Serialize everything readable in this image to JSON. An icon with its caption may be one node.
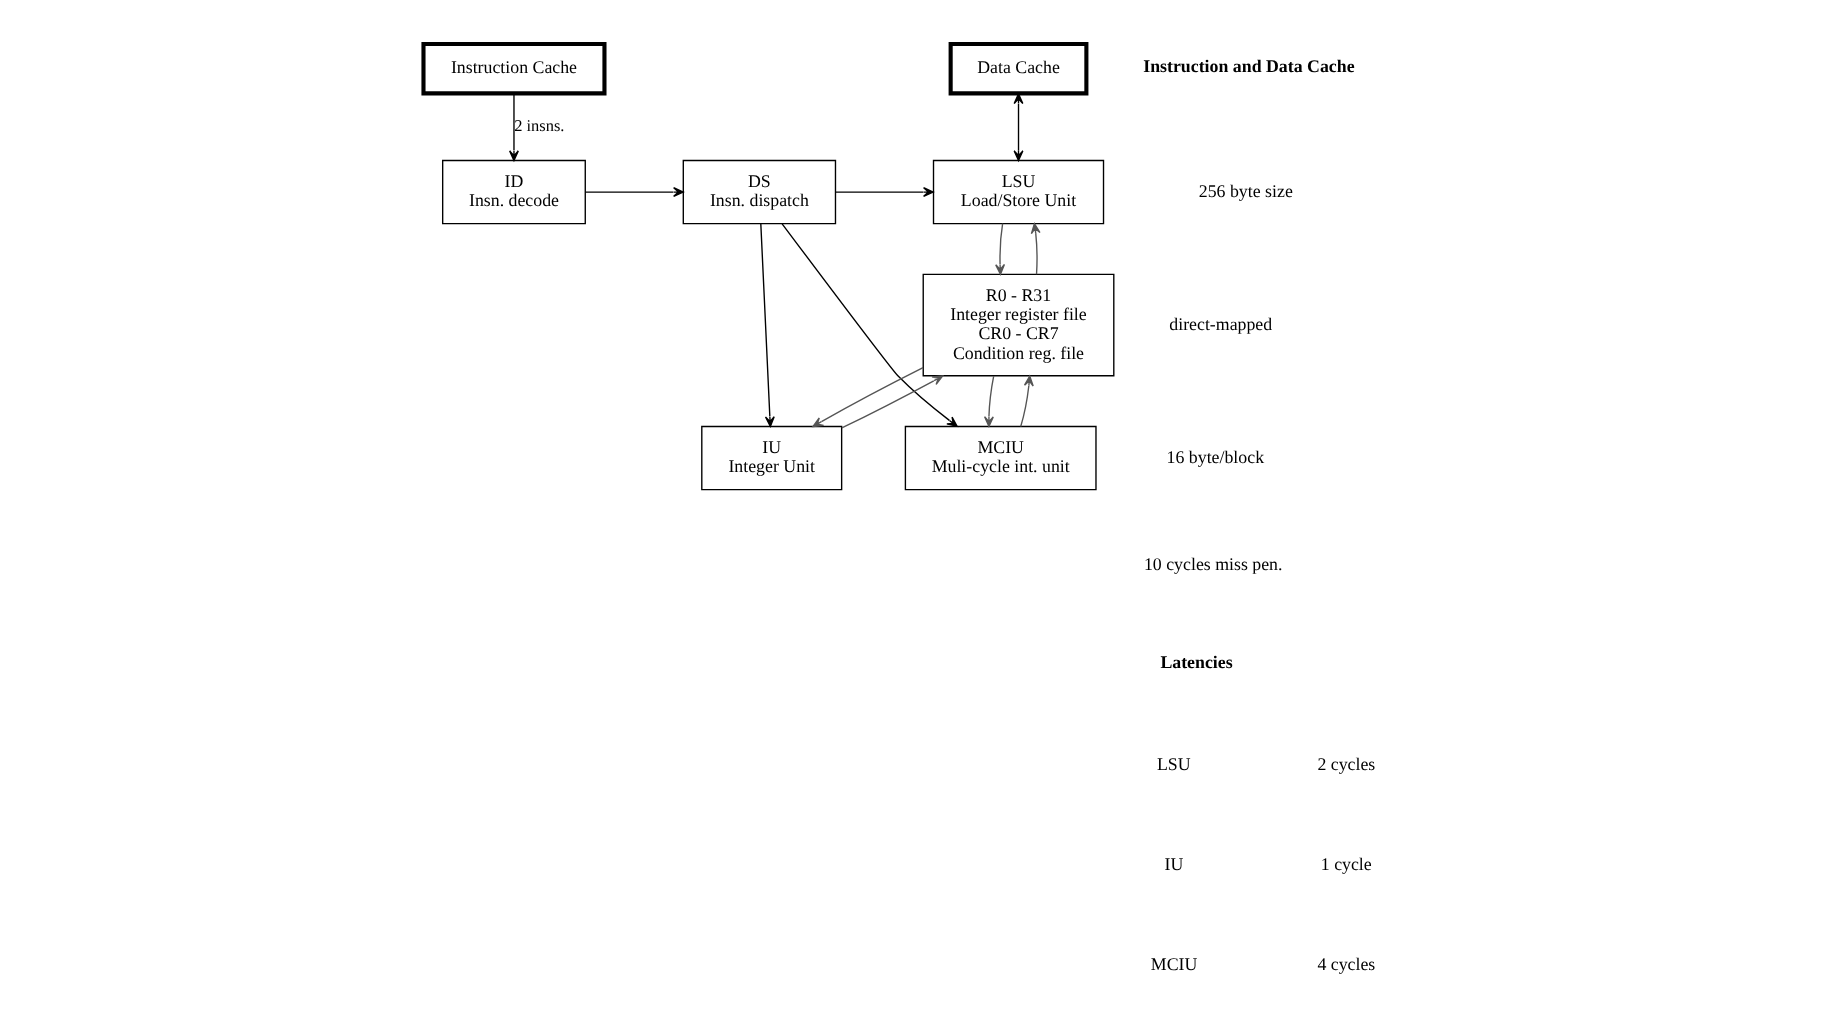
{
  "diagram": {
    "nodes": [
      {
        "text": [
          "Instruction Cache"
        ]
      },
      {
        "text": [
          "Data Cache"
        ]
      },
      {
        "text": [
          "ID",
          "Insn. decode"
        ]
      },
      {
        "text": [
          "DS",
          "Insn. dispatch"
        ]
      },
      {
        "text": [
          "LSU",
          "Load/Store Unit"
        ]
      },
      {
        "text": [
          "R0 - R31",
          "Integer register file",
          "CR0 - CR7",
          "Condition reg. file"
        ]
      },
      {
        "text": [
          "IU",
          "Integer Unit"
        ]
      },
      {
        "text": [
          "MCIU",
          "Muli-cycle int. unit"
        ]
      }
    ],
    "edges": [
      {
        "from": 0,
        "to": 2,
        "arrow": "to",
        "label": "2 insns."
      },
      {
        "from": 1,
        "to": 4,
        "arrow": "both"
      },
      {
        "from": 2,
        "to": 3,
        "arrow": "to"
      },
      {
        "from": 3,
        "to": 4,
        "arrow": "to"
      },
      {
        "from": 3,
        "to": 6,
        "arrow": "to"
      },
      {
        "from": 3,
        "to": 7,
        "arrow": "to"
      },
      {
        "from": 5,
        "to": 4,
        "arrow": "to",
        "color": "#555555"
      },
      {
        "from": 5,
        "to": 6,
        "arrow": "to",
        "color": "#555555"
      },
      {
        "from": 5,
        "to": 7,
        "arrow": "to",
        "color": "#555555"
      },
      {
        "from": 4,
        "to": 5,
        "arrow": "to",
        "color": "#555555"
      },
      {
        "from": 6,
        "to": 5,
        "arrow": "to",
        "color": "#555555"
      },
      {
        "from": 7,
        "to": 5,
        "arrow": "to",
        "color": "#555555"
      }
    ],
    "labels": [
      "Instruction and Data Cache",
      "256 byte size",
      "direct-mapped",
      "16 byte/block",
      "10 cycles miss pen.",
      "Latencies",
      "LSU",
      "2 cycles",
      "IU",
      "1 cycle",
      "MCIU",
      "4 cycles"
    ]
  }
}
